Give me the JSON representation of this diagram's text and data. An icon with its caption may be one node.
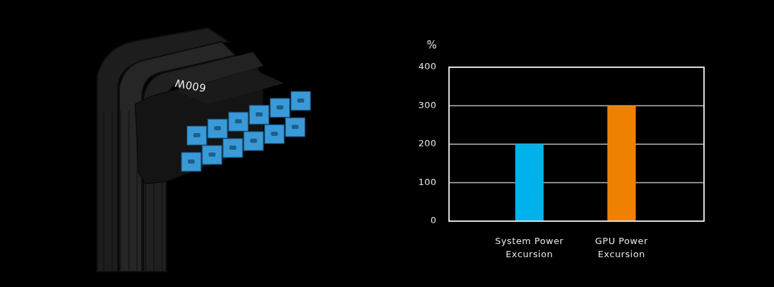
{
  "diagram": {
    "labels": [
      "600W"
    ],
    "chart_data": {
      "type": "bar",
      "ylabel": "%",
      "categories": [
        "System Power Excursion",
        "GPU Power Excursion"
      ],
      "values": [
        200,
        300
      ],
      "ylim": [
        0,
        400
      ],
      "grid": true,
      "yticks": [
        0,
        100,
        200,
        300,
        400
      ]
    }
  }
}
